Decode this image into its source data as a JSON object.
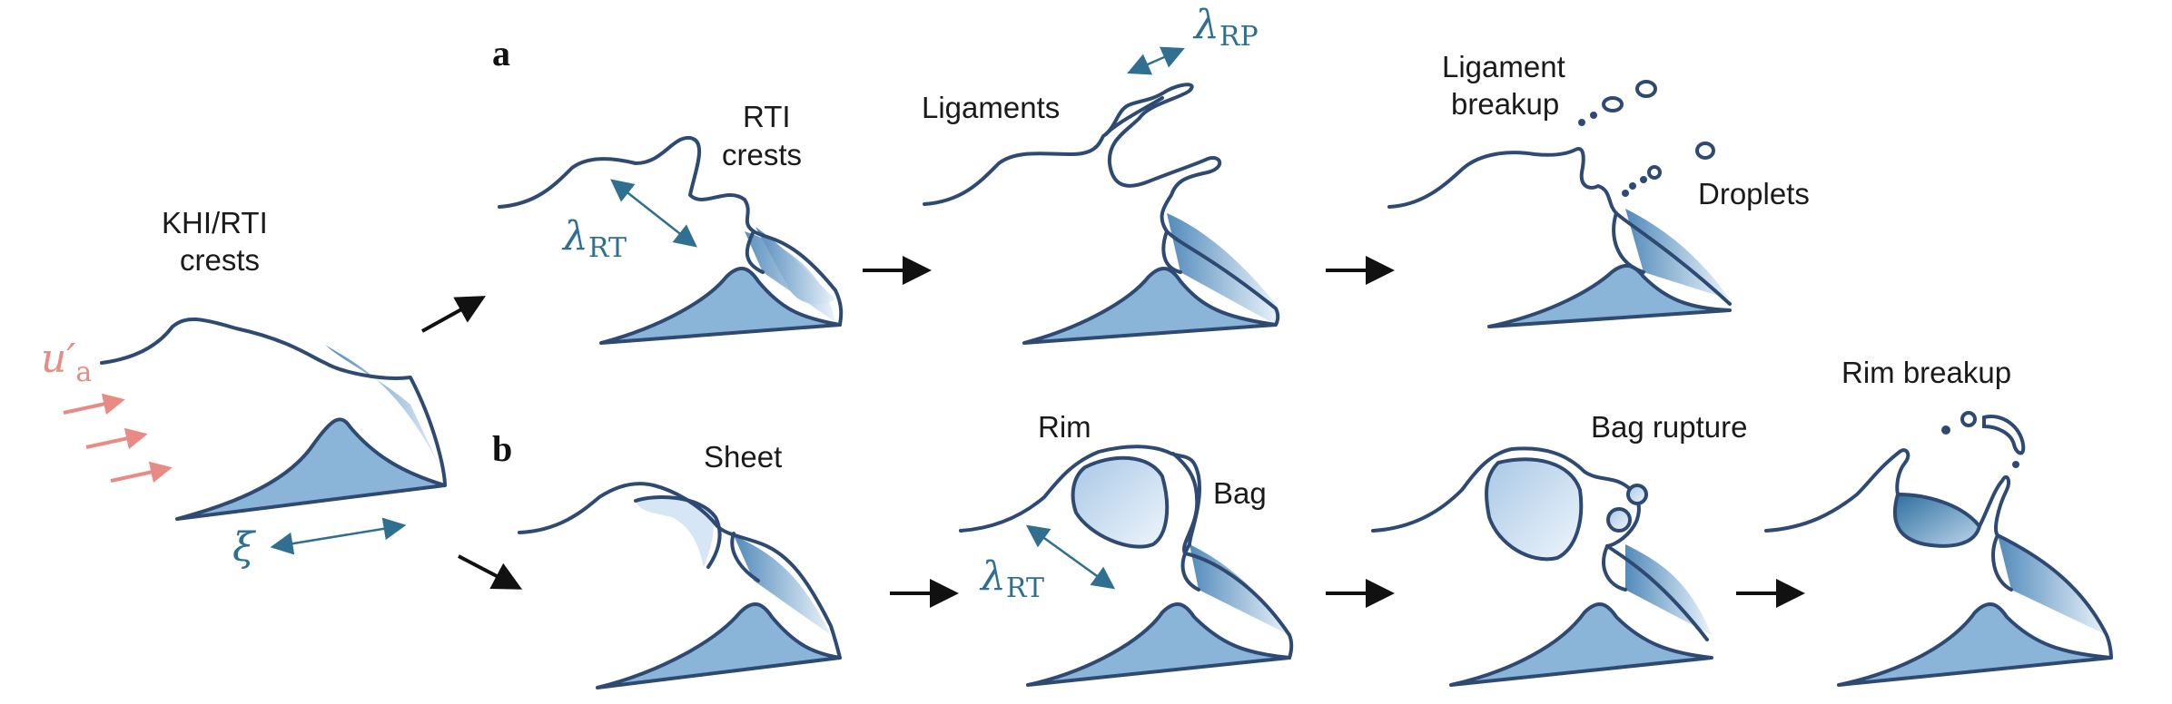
{
  "panels": {
    "a": "a",
    "b": "b"
  },
  "labels": {
    "khi_rti_line1": "KHI/RTI",
    "khi_rti_line2": "crests",
    "rti_line1": "RTI",
    "rti_line2": "crests",
    "ligaments": "Ligaments",
    "ligament_breakup_line1": "Ligament",
    "ligament_breakup_line2": "breakup",
    "droplets": "Droplets",
    "sheet": "Sheet",
    "rim": "Rim",
    "bag": "Bag",
    "bag_rupture": "Bag rupture",
    "rim_breakup": "Rim breakup"
  },
  "symbols": {
    "lambda": "λ",
    "rt_sub": "RT",
    "rp_sub": "RP",
    "xi": "ξ",
    "u_a": "u",
    "u_prime": "′",
    "u_sub": "a"
  },
  "colors": {
    "outline": "#2e4a72",
    "hill_fill": "#8ab5d9",
    "symbol": "#2f6f8f",
    "velocity": "#e98b85"
  }
}
